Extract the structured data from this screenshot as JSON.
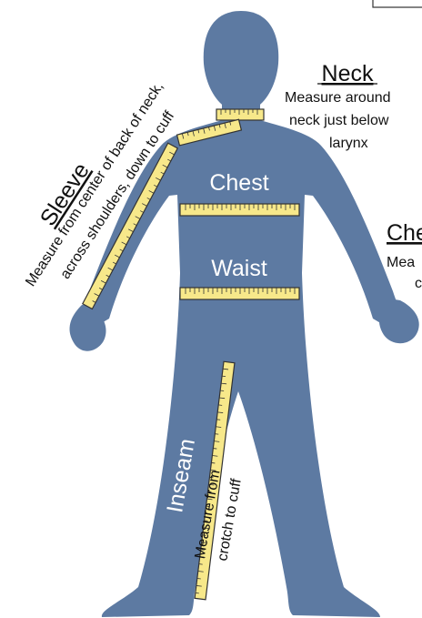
{
  "neck": {
    "title": "Neck",
    "lines": [
      "Measure around",
      "neck just below",
      "larynx"
    ]
  },
  "sleeve": {
    "title": "Sleeve",
    "lines": [
      "Measure from center of back of neck,",
      "across shoulders, down to cuff"
    ]
  },
  "chest": {
    "label": "Chest"
  },
  "waist": {
    "label": "Waist"
  },
  "chest_side": {
    "title": "Che",
    "lines": [
      "Mea",
      "c"
    ]
  },
  "inseam": {
    "title": "Inseam",
    "lines": [
      "Measure from",
      "crotch to cuff"
    ]
  },
  "colors": {
    "body": "#5d7aa2",
    "tape": "#f7e88a",
    "tape_border": "#333333",
    "label_on_body": "#ffffff",
    "label_text": "#111111"
  }
}
